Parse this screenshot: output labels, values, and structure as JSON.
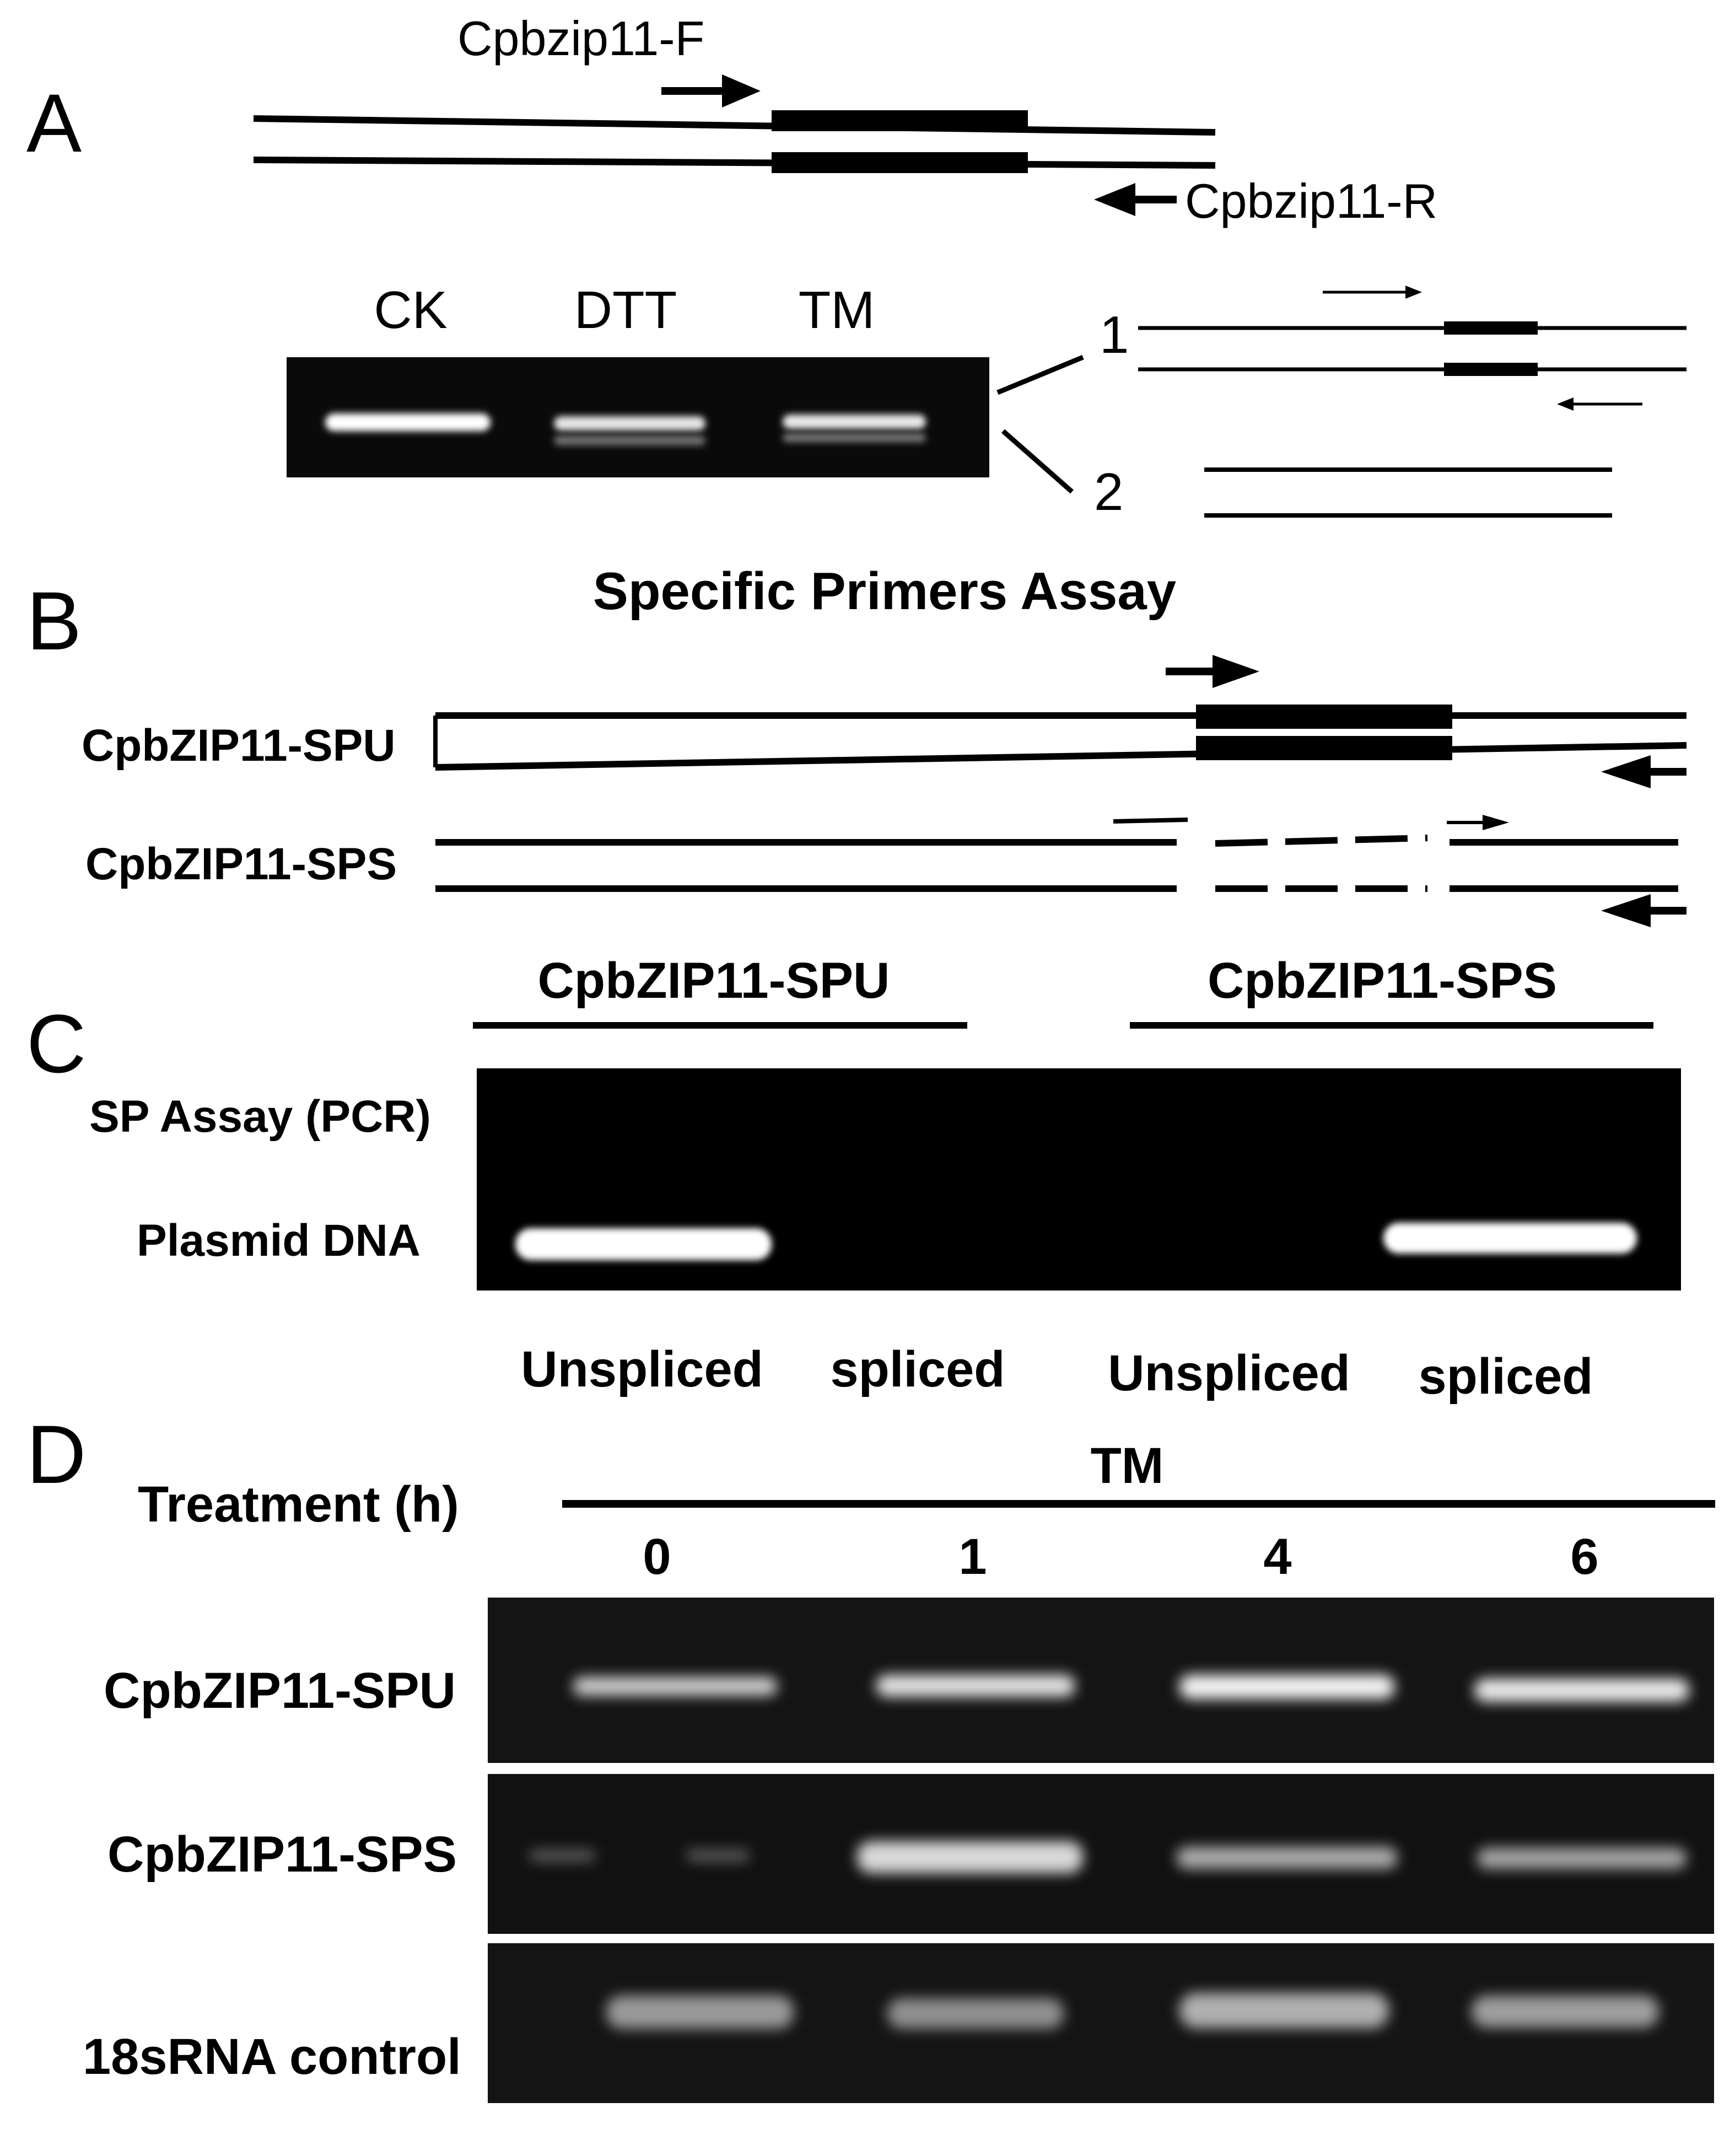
{
  "panels": {
    "a": {
      "letter": "A",
      "primer_forward": "Cpbzip11-F",
      "primer_reverse": "Cpbzip11-R",
      "gel_lanes": [
        "CK",
        "DTT",
        "TM"
      ],
      "band_numbers": [
        "1",
        "2"
      ]
    },
    "b": {
      "letter": "B",
      "title": "Specific Primers Assay",
      "construct_spu": "CpbZIP11-SPU",
      "construct_sps": "CpbZIP11-SPS"
    },
    "c": {
      "letter": "C",
      "group_spu": "CpbZIP11-SPU",
      "group_sps": "CpbZIP11-SPS",
      "row_label_assay": "SP Assay (PCR)",
      "row_label_template": "Plasmid DNA",
      "lanes": [
        "Unspliced",
        "spliced",
        "Unspliced",
        "spliced"
      ]
    },
    "d": {
      "letter": "D",
      "treatment_label": "Treatment (h)",
      "treatment_name": "TM",
      "timepoints": [
        "0",
        "1",
        "4",
        "6"
      ],
      "row_spu": "CpbZIP11-SPU",
      "row_sps": "CpbZIP11-SPS",
      "row_control": "18sRNA control"
    }
  },
  "colors": {
    "background": "#ffffff",
    "ink": "#000000",
    "gel_background": "#0a0a0a",
    "band": "#f2f2f2"
  }
}
